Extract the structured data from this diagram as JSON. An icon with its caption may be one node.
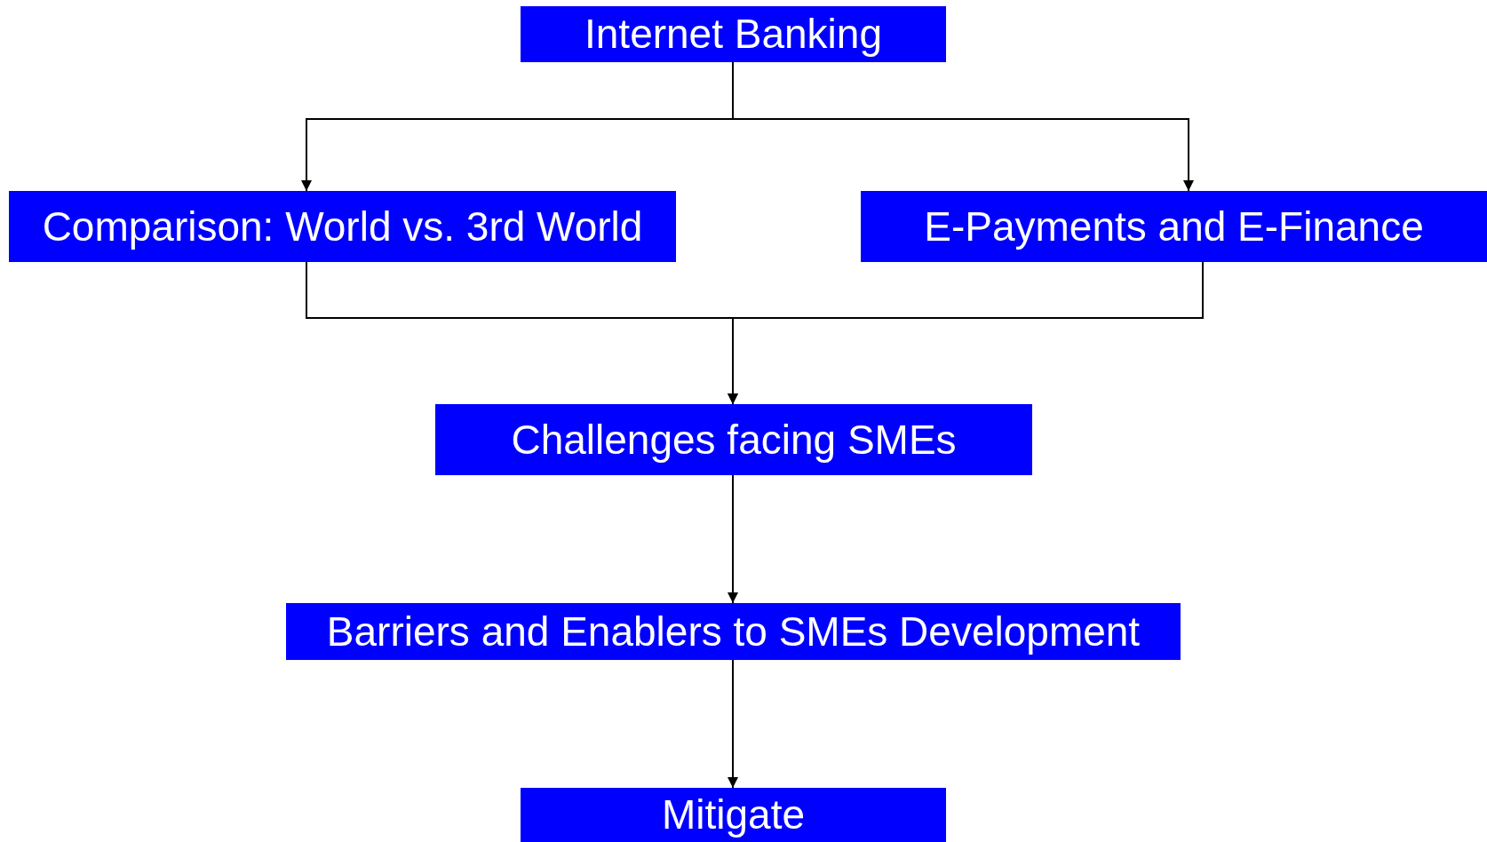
{
  "diagram": {
    "nodes": [
      {
        "text": [
          "Internet Banking"
        ]
      },
      {
        "text": [
          "Comparison: World vs. 3rd World"
        ]
      },
      {
        "text": [
          "E-Payments and E-Finance"
        ]
      },
      {
        "text": [
          "Challenges facing SMEs"
        ]
      },
      {
        "text": [
          "Barriers and Enablers to SMEs Development"
        ]
      },
      {
        "text": [
          "Mitigate"
        ]
      }
    ],
    "edges": [
      {
        "from": 0,
        "to": 1,
        "arrow": "to"
      },
      {
        "from": 0,
        "to": 2,
        "arrow": "to"
      },
      {
        "from": 1,
        "to": 3,
        "arrow": "to"
      },
      {
        "from": 2,
        "to": 3,
        "arrow": "to"
      },
      {
        "from": 3,
        "to": 4,
        "arrow": "to"
      },
      {
        "from": 4,
        "to": 5,
        "arrow": "to"
      }
    ]
  }
}
